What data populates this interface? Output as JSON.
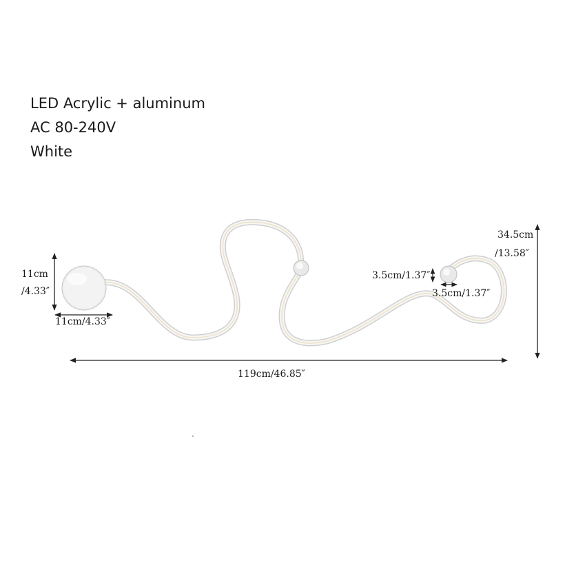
{
  "specs": {
    "material": "LED Acrylic + aluminum",
    "voltage": "AC 80-240V",
    "color": "White"
  },
  "dimensions": {
    "base_height_cm": "11cm",
    "base_height_in": "/4.33″",
    "base_width": "11cm/4.33″",
    "total_width": "119cm/46.85″",
    "total_height_cm": "34.5cm",
    "total_height_in": "/13.58″",
    "end_cap_height": "3.5cm/1.37″",
    "end_cap_width": "3.5cm/1.37″"
  },
  "colors": {
    "lamp_body": "#f2f2f2",
    "lamp_outline": "#c9c9c9",
    "led_glow": "#f3e6c8",
    "dimension_line": "#222222"
  }
}
